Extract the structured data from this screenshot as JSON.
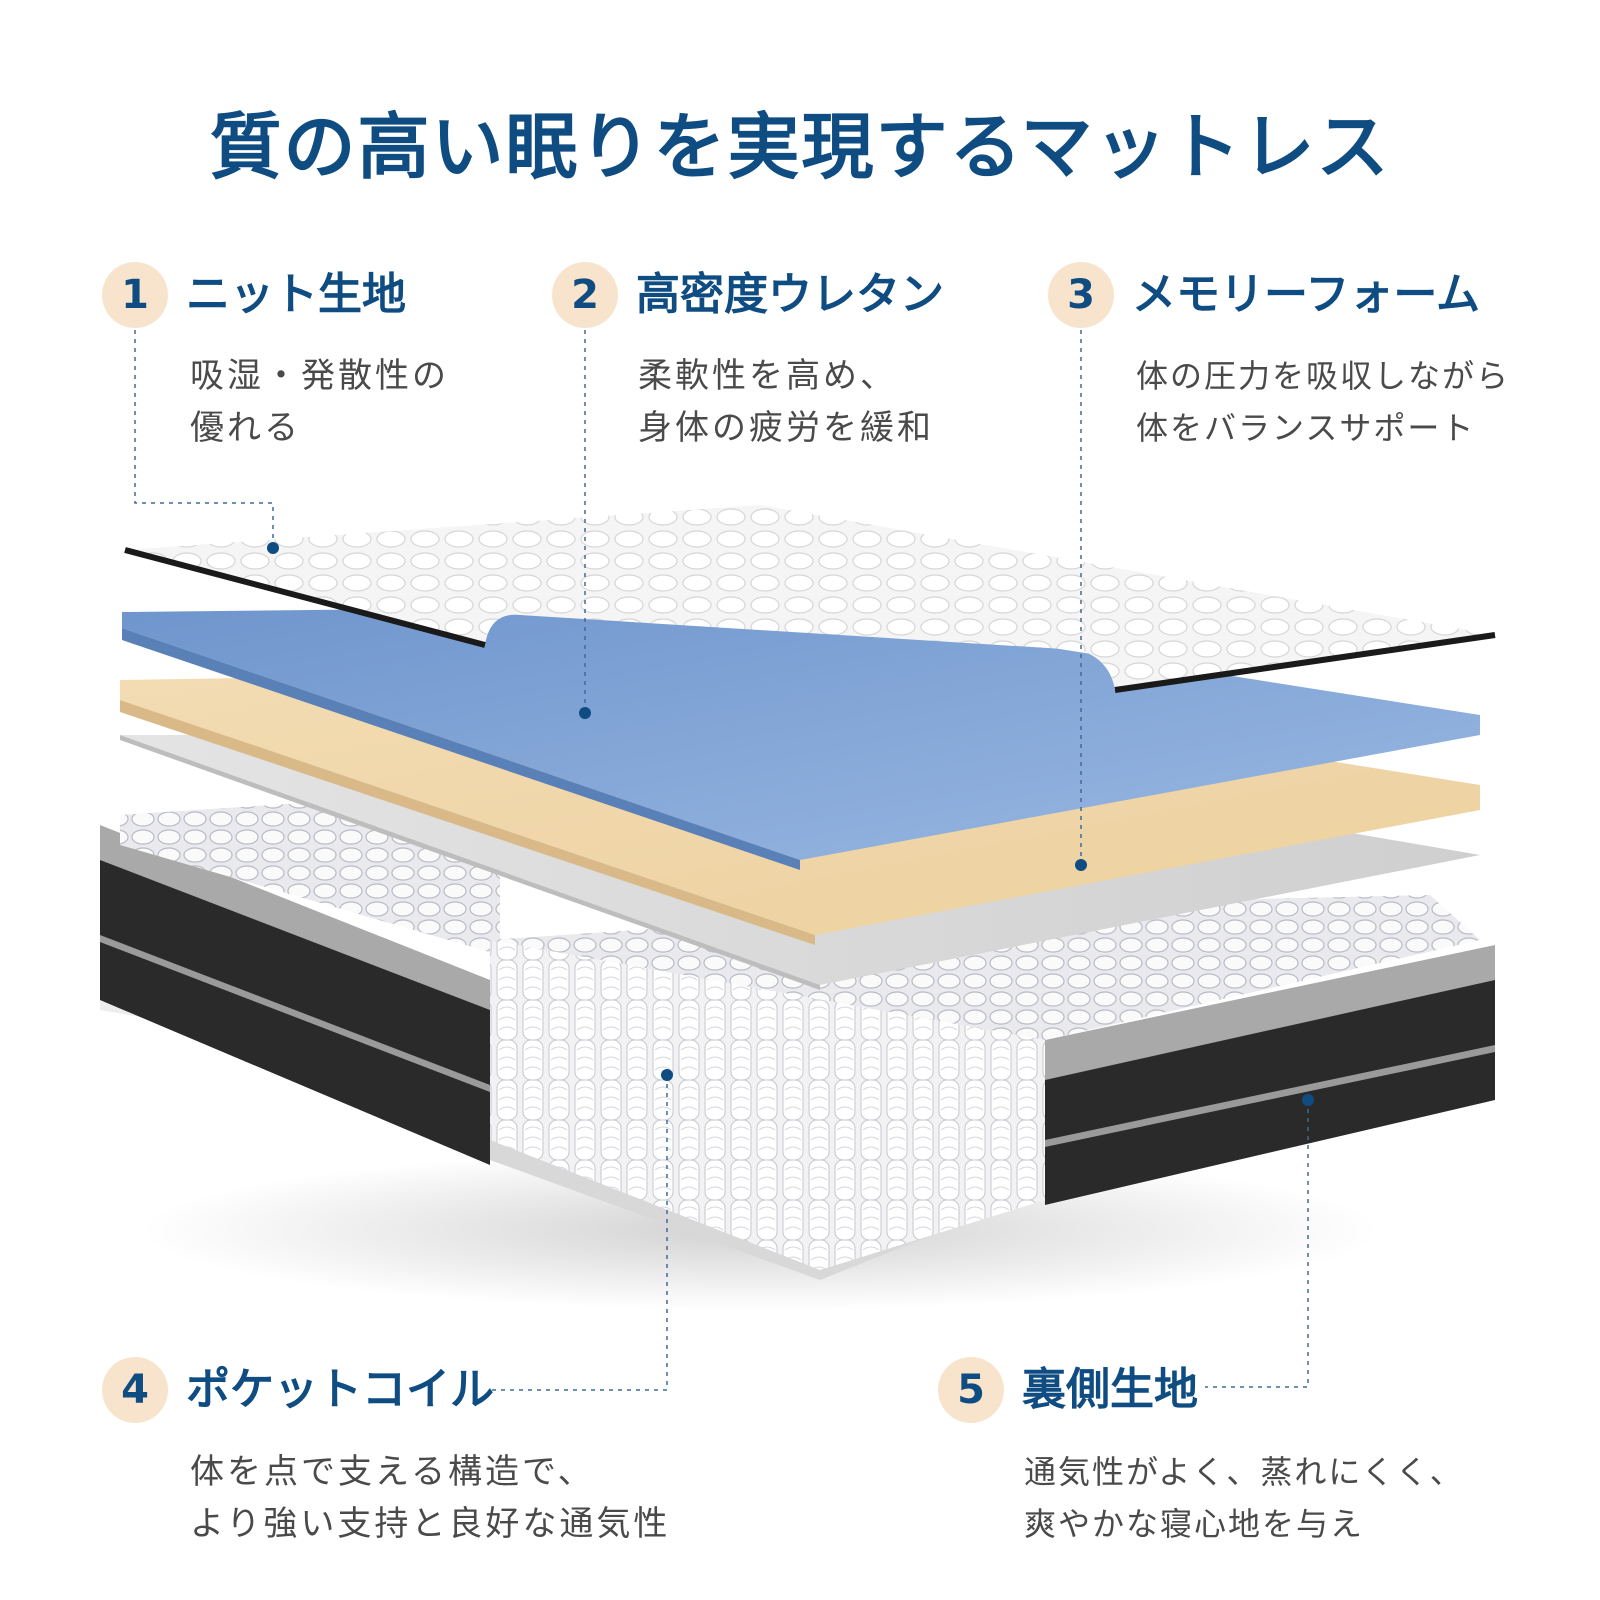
{
  "header": {
    "title": "質の高い眠りを実現するマットレス"
  },
  "features": [
    {
      "number": "1",
      "title": "ニット生地",
      "desc_lines": [
        "吸湿・発散性の",
        "優れる"
      ]
    },
    {
      "number": "2",
      "title": "高密度ウレタン",
      "desc_lines": [
        "柔軟性を高め、",
        "身体の疲労を緩和"
      ]
    },
    {
      "number": "3",
      "title": "メモリーフォーム",
      "desc_lines": [
        "体の圧力を吸収しながら",
        "体をバランスサポート"
      ]
    },
    {
      "number": "4",
      "title": "ポケットコイル",
      "desc_lines": [
        "体を点で支える構造で、",
        "より強い支持と良好な通気性"
      ]
    },
    {
      "number": "5",
      "title": "裏側生地",
      "desc_lines": [
        "通気性がよく、蒸れにくく、",
        "爽やかな寝心地を与え"
      ]
    }
  ],
  "colors": {
    "accent": "#0f4c81",
    "badge_bg": "#f8e4cc",
    "text": "#4a4a4a",
    "knit": "#f3f3f3",
    "urethane": "#7a9fd1",
    "memory_foam": "#f0d6a8",
    "felt": "#dedede",
    "border": "#2b2b2b"
  }
}
